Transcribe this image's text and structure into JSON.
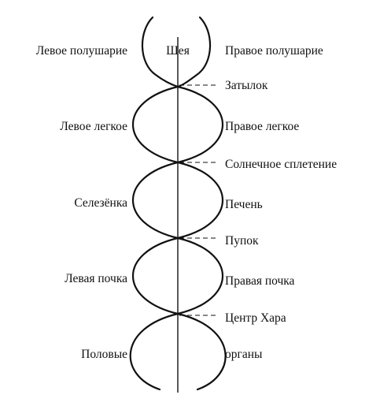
{
  "center": "Шея",
  "left_labels": [
    "Левое полушарие",
    "Левое легкое",
    "Селезёнка",
    "Левая почка",
    "Половые"
  ],
  "right_labels": [
    "Правое полушарие",
    "Правое легкое",
    "Печень",
    "Правая почка",
    "органы"
  ],
  "crossing_labels": [
    "Затылок",
    "Солнечное сплетение",
    "Пупок",
    "Центр Хара"
  ]
}
